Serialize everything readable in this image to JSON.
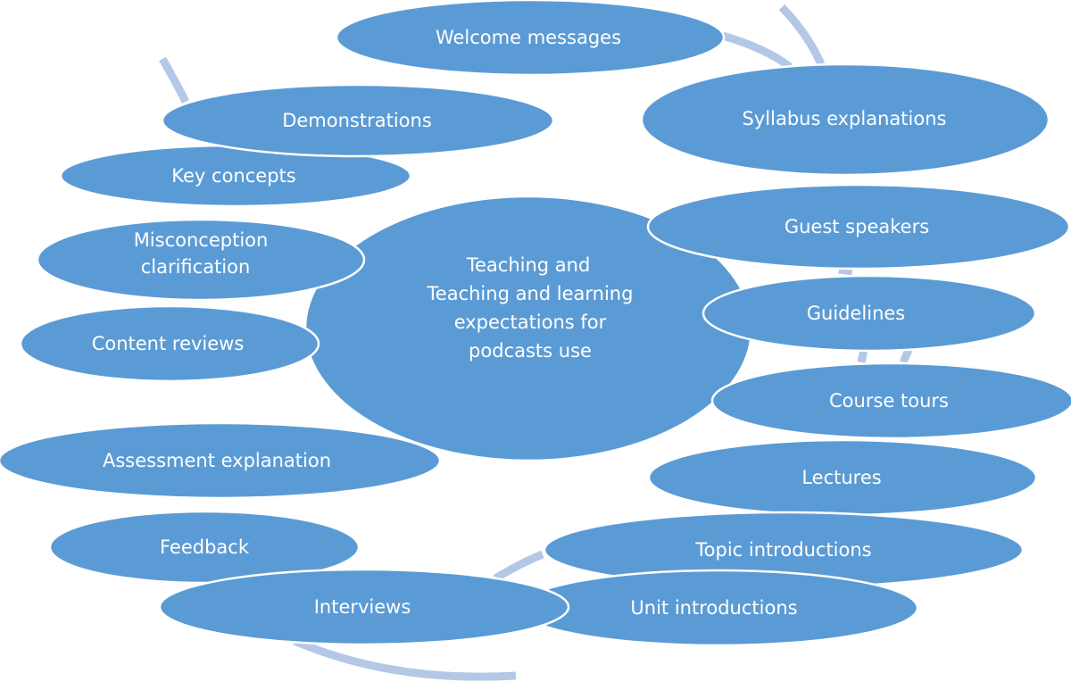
{
  "diagram": {
    "center": {
      "lines": [
        "Teaching and",
        "Teaching and learning",
        "expectations for",
        "podcasts use"
      ]
    },
    "nodes": [
      {
        "id": "welcome-messages",
        "label": "Welcome messages"
      },
      {
        "id": "demonstrations",
        "label": "Demonstrations"
      },
      {
        "id": "syllabus-explanations",
        "label": "Syllabus explanations"
      },
      {
        "id": "key-concepts",
        "label": "Key concepts"
      },
      {
        "id": "guest-speakers",
        "label": "Guest speakers"
      },
      {
        "id": "misconception-clarification",
        "label": "Misconception clarification",
        "lines": [
          "Misconception",
          "clarification"
        ]
      },
      {
        "id": "guidelines",
        "label": "Guidelines"
      },
      {
        "id": "content-reviews",
        "label": "Content reviews"
      },
      {
        "id": "course-tours",
        "label": "Course tours"
      },
      {
        "id": "assessment-explanation",
        "label": "Assessment explanation"
      },
      {
        "id": "lectures",
        "label": "Lectures"
      },
      {
        "id": "feedback",
        "label": "Feedback"
      },
      {
        "id": "topic-introductions",
        "label": "Topic introductions"
      },
      {
        "id": "unit-introductions",
        "label": "Unit introductions"
      },
      {
        "id": "interviews",
        "label": "Interviews"
      }
    ]
  }
}
